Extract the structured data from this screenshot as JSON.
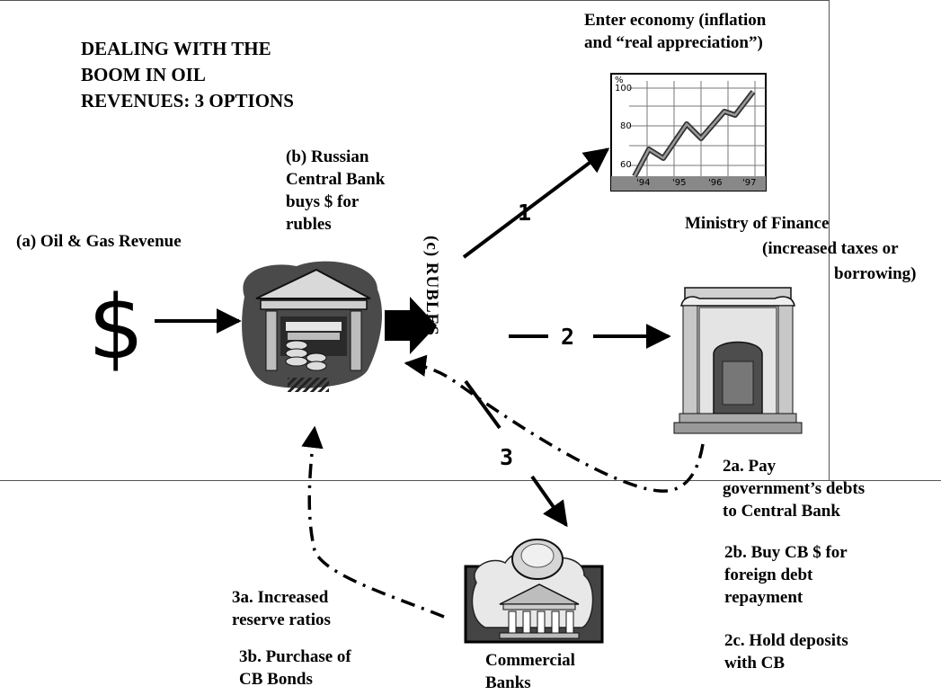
{
  "title_lines": [
    "DEALING WITH THE",
    "BOOM IN OIL",
    "REVENUES: 3 OPTIONS"
  ],
  "oil_revenue": "(a) Oil & Gas Revenue",
  "dollar_symbol": "$",
  "central_bank_lines": [
    "(b) Russian",
    "Central Bank",
    "buys $ for",
    "rubles"
  ],
  "rubles_label": "(c) RUBLES",
  "economy_lines": [
    "Enter economy (inflation",
    "and “real appreciation”)"
  ],
  "mof_lines": [
    "Ministry of Finance",
    "(increased taxes or",
    "borrowing)"
  ],
  "option_numbers": [
    "1",
    "2",
    "3"
  ],
  "note_2a": [
    "2a. Pay",
    "government’s debts",
    "to Central Bank"
  ],
  "note_2b": [
    "2b. Buy CB $ for",
    "foreign debt",
    "repayment"
  ],
  "note_2c": [
    "2c. Hold deposits",
    "with CB"
  ],
  "note_3a": [
    "3a. Increased",
    "reserve ratios"
  ],
  "note_3b": [
    "3b. Purchase of",
    "CB Bonds"
  ],
  "commercial_banks": [
    "Commercial",
    "Banks"
  ],
  "mini_chart": {
    "unit": "%",
    "y_ticks": [
      "100",
      "80",
      "60"
    ],
    "x_ticks": [
      "'94",
      "'95",
      "'96",
      "'97"
    ]
  }
}
